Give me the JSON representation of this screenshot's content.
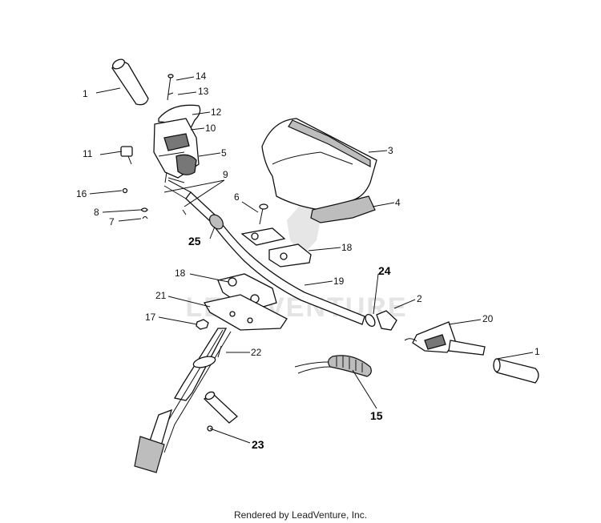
{
  "diagram": {
    "callouts": [
      {
        "id": "c1a",
        "label": "1",
        "bold": false
      },
      {
        "id": "c14",
        "label": "14",
        "bold": false
      },
      {
        "id": "c13",
        "label": "13",
        "bold": false
      },
      {
        "id": "c12",
        "label": "12",
        "bold": false
      },
      {
        "id": "c10",
        "label": "10",
        "bold": false
      },
      {
        "id": "c11",
        "label": "11",
        "bold": false
      },
      {
        "id": "c5",
        "label": "5",
        "bold": false
      },
      {
        "id": "c9",
        "label": "9",
        "bold": false
      },
      {
        "id": "c16",
        "label": "16",
        "bold": false
      },
      {
        "id": "c8",
        "label": "8",
        "bold": false
      },
      {
        "id": "c7",
        "label": "7",
        "bold": false
      },
      {
        "id": "c3",
        "label": "3",
        "bold": false
      },
      {
        "id": "c4",
        "label": "4",
        "bold": false
      },
      {
        "id": "c6",
        "label": "6",
        "bold": false
      },
      {
        "id": "c25",
        "label": "25",
        "bold": true
      },
      {
        "id": "c18a",
        "label": "18",
        "bold": false
      },
      {
        "id": "c18b",
        "label": "18",
        "bold": false
      },
      {
        "id": "c24",
        "label": "24",
        "bold": true
      },
      {
        "id": "c19",
        "label": "19",
        "bold": false
      },
      {
        "id": "c21",
        "label": "21",
        "bold": false
      },
      {
        "id": "c2",
        "label": "2",
        "bold": false
      },
      {
        "id": "c20",
        "label": "20",
        "bold": false
      },
      {
        "id": "c17",
        "label": "17",
        "bold": false
      },
      {
        "id": "c22",
        "label": "22",
        "bold": false
      },
      {
        "id": "c1b",
        "label": "1",
        "bold": false
      },
      {
        "id": "c15",
        "label": "15",
        "bold": true
      },
      {
        "id": "c23",
        "label": "23",
        "bold": true
      }
    ],
    "watermark_text": "LEADVENTURE"
  },
  "footer": {
    "text": "Rendered by LeadVenture, Inc."
  }
}
